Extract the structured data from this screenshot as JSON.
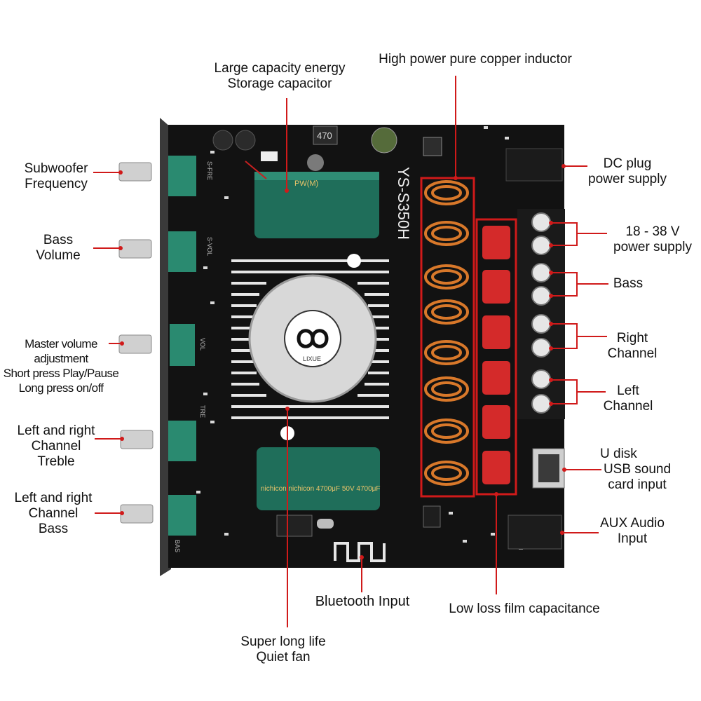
{
  "board": {
    "model": "YS-S350H",
    "fan_brand": "LIXUE",
    "cap_top_text": "PW(M)",
    "cap_bottom_text": "nichicon  nichicon  4700μF 50V  4700μF",
    "inductor_small": "470",
    "pot_labels": [
      "S-FRE",
      "S-VOL",
      "VOL",
      "TRE",
      "BAS"
    ]
  },
  "labels": {
    "subwoofer_frequency": [
      "Subwoofer",
      "Frequency"
    ],
    "bass_volume": [
      "Bass",
      "Volume"
    ],
    "master_volume": [
      "Master volume",
      "adjustment",
      "Short press Play/Pause",
      "Long press on/off"
    ],
    "lr_treble": [
      "Left and right",
      "Channel",
      "Treble"
    ],
    "lr_bass": [
      "Left and right",
      "Channel",
      "Bass"
    ],
    "capacitor": [
      "Large capacity energy",
      "Storage capacitor"
    ],
    "inductor": [
      "High power pure copper inductor"
    ],
    "dc_plug": [
      "DC plug",
      "power supply"
    ],
    "voltage": [
      "18 - 38 V",
      "power supply"
    ],
    "bass_out": [
      "Bass"
    ],
    "right_channel": [
      "Right",
      "Channel"
    ],
    "left_channel": [
      "Left",
      "Channel"
    ],
    "usb": [
      "U disk",
      "USB sound",
      "card input"
    ],
    "aux": [
      "AUX Audio",
      "Input"
    ],
    "bluetooth": [
      "Bluetooth  Input"
    ],
    "film_cap": [
      "Low loss film capacitance"
    ],
    "fan": [
      "Super long life",
      "Quiet fan"
    ]
  },
  "colors": {
    "pointer": "#d01a1a",
    "pcb": "#121212",
    "capacitor": "#1f6e5a",
    "copper": "#d8782a",
    "film_cap": "#d42a2a",
    "heatsink": "#e6e6e6",
    "pot_block": "#2a8a70"
  }
}
